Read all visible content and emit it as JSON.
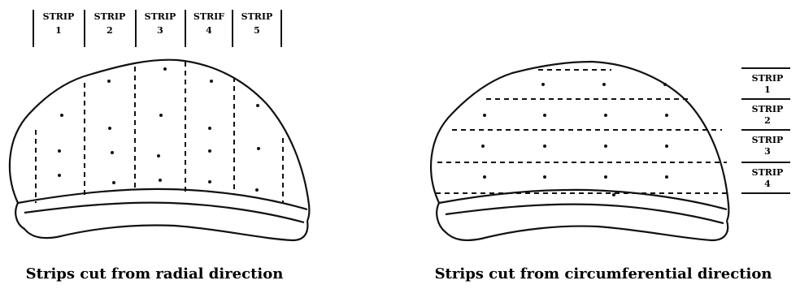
{
  "left_diagram": {
    "strips": [
      {
        "l1": "STRIP",
        "l2": "1"
      },
      {
        "l1": "STRIP",
        "l2": "2"
      },
      {
        "l1": "STRIP",
        "l2": "3"
      },
      {
        "l1": "STRIF",
        "l2": "4"
      },
      {
        "l1": "STRIP",
        "l2": "5"
      }
    ],
    "caption": "Strips cut from radial direction"
  },
  "right_diagram": {
    "strips": [
      {
        "l1": "STRIP",
        "l2": "1"
      },
      {
        "l1": "STRIP",
        "l2": "2"
      },
      {
        "l1": "STRIP",
        "l2": "3"
      },
      {
        "l1": "STRIP",
        "l2": "4"
      }
    ],
    "caption": "Strips cut from circumferential direction"
  }
}
